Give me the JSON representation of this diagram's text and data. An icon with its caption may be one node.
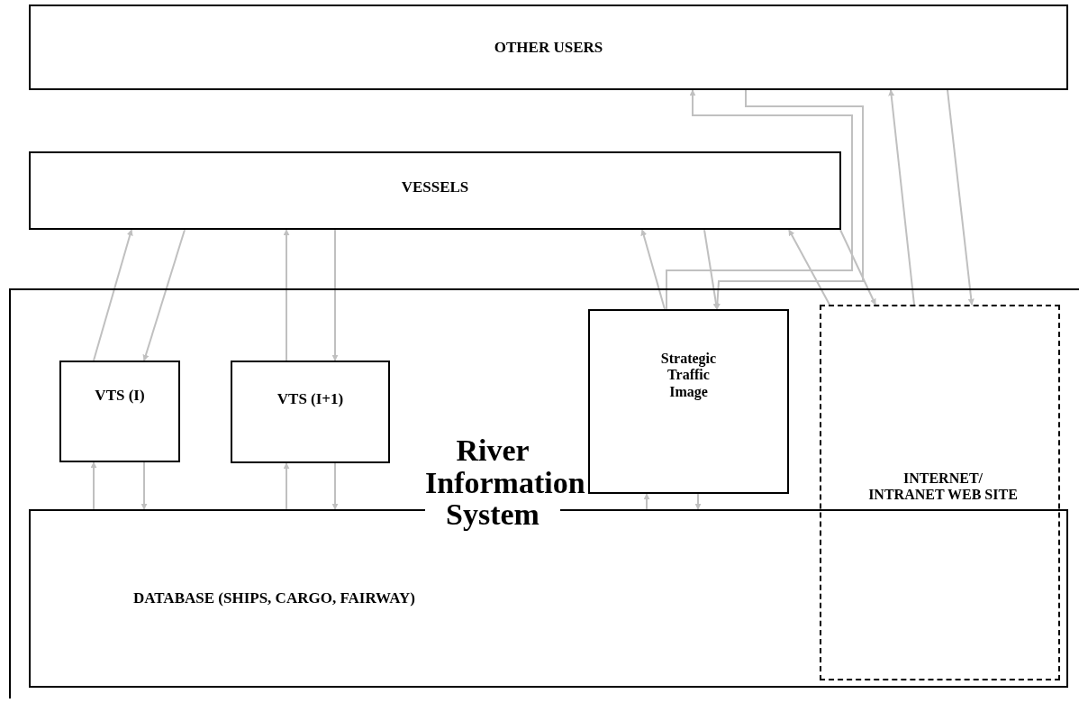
{
  "diagram": {
    "nodes": [
      {
        "text": [
          "OTHER USERS"
        ]
      },
      {
        "text": [
          "VESSELS"
        ]
      },
      {
        "text": [
          "River Information System"
        ]
      },
      {
        "text": [
          "VTS (I)"
        ],
        "in": 2
      },
      {
        "text": [
          "VTS (I+1)"
        ],
        "in": 2
      },
      {
        "text": [
          "Strategic Traffic Image"
        ],
        "in": 2
      },
      {
        "text": [
          "DATABASE (SHIPS, CARGO, FAIRWAY)"
        ],
        "in": 2
      },
      {
        "text": [
          "INTERNET/ INTRANET WEB SITE"
        ],
        "in": 2
      }
    ],
    "edges": [
      {
        "from": 3,
        "to": 1,
        "arrow": "to"
      },
      {
        "from": 1,
        "to": 3,
        "arrow": "to"
      },
      {
        "from": 4,
        "to": 1,
        "arrow": "to"
      },
      {
        "from": 1,
        "to": 4,
        "arrow": "to"
      },
      {
        "from": 6,
        "to": 3,
        "arrow": "to"
      },
      {
        "from": 3,
        "to": 6,
        "arrow": "to"
      },
      {
        "from": 6,
        "to": 4,
        "arrow": "to"
      },
      {
        "from": 4,
        "to": 6,
        "arrow": "to"
      },
      {
        "from": 6,
        "to": 5,
        "arrow": "to"
      },
      {
        "from": 5,
        "to": 6,
        "arrow": "to"
      },
      {
        "from": 5,
        "to": 1,
        "arrow": "to"
      },
      {
        "from": 5,
        "to": 0,
        "arrow": "to"
      },
      {
        "from": 0,
        "to": 5,
        "arrow": "to"
      },
      {
        "from": 1,
        "to": 5,
        "arrow": "to"
      },
      {
        "from": 7,
        "to": 1,
        "arrow": "to"
      },
      {
        "from": 1,
        "to": 7,
        "arrow": "to"
      },
      {
        "from": 7,
        "to": 0,
        "arrow": "to"
      },
      {
        "from": 0,
        "to": 7,
        "arrow": "to"
      }
    ]
  }
}
